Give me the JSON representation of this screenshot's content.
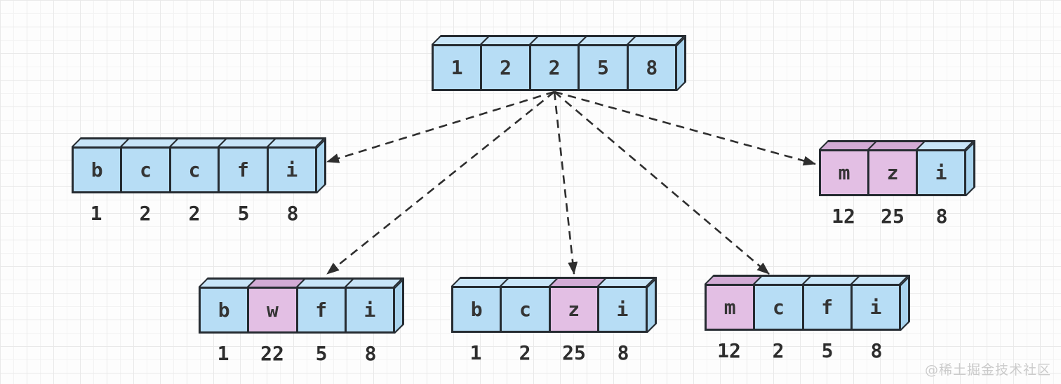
{
  "colors": {
    "blue": "#b7ddf5",
    "blue_top": "#c8e5f8",
    "blue_side": "#a9d4ee",
    "pink": "#e3bfe4",
    "pink_top": "#d2abd5",
    "pink_side": "#cda6d0",
    "outline": "#252b31",
    "arrow": "#2e2e2e",
    "text": "#343434"
  },
  "arrays": [
    {
      "id": "root",
      "cells": [
        {
          "char": "1",
          "color": "blue"
        },
        {
          "char": "2",
          "color": "blue"
        },
        {
          "char": "2",
          "color": "blue"
        },
        {
          "char": "5",
          "color": "blue"
        },
        {
          "char": "8",
          "color": "blue"
        }
      ],
      "labels": []
    },
    {
      "id": "left",
      "cells": [
        {
          "char": "b",
          "color": "blue"
        },
        {
          "char": "c",
          "color": "blue"
        },
        {
          "char": "c",
          "color": "blue"
        },
        {
          "char": "f",
          "color": "blue"
        },
        {
          "char": "i",
          "color": "blue"
        }
      ],
      "labels": [
        "1",
        "2",
        "2",
        "5",
        "8"
      ]
    },
    {
      "id": "right",
      "cells": [
        {
          "char": "m",
          "color": "pink"
        },
        {
          "char": "z",
          "color": "pink"
        },
        {
          "char": "i",
          "color": "blue"
        }
      ],
      "labels": [
        "12",
        "25",
        "8"
      ]
    },
    {
      "id": "bottom-left",
      "cells": [
        {
          "char": "b",
          "color": "blue"
        },
        {
          "char": "w",
          "color": "pink"
        },
        {
          "char": "f",
          "color": "blue"
        },
        {
          "char": "i",
          "color": "blue"
        }
      ],
      "labels": [
        "1",
        "22",
        "5",
        "8"
      ]
    },
    {
      "id": "bottom-middle",
      "cells": [
        {
          "char": "b",
          "color": "blue"
        },
        {
          "char": "c",
          "color": "blue"
        },
        {
          "char": "z",
          "color": "pink"
        },
        {
          "char": "i",
          "color": "blue"
        }
      ],
      "labels": [
        "1",
        "2",
        "25",
        "8"
      ]
    },
    {
      "id": "bottom-right",
      "cells": [
        {
          "char": "m",
          "color": "pink"
        },
        {
          "char": "c",
          "color": "blue"
        },
        {
          "char": "f",
          "color": "blue"
        },
        {
          "char": "i",
          "color": "blue"
        }
      ],
      "labels": [
        "12",
        "2",
        "5",
        "8"
      ]
    }
  ],
  "watermark": "@稀土掘金技术社区"
}
